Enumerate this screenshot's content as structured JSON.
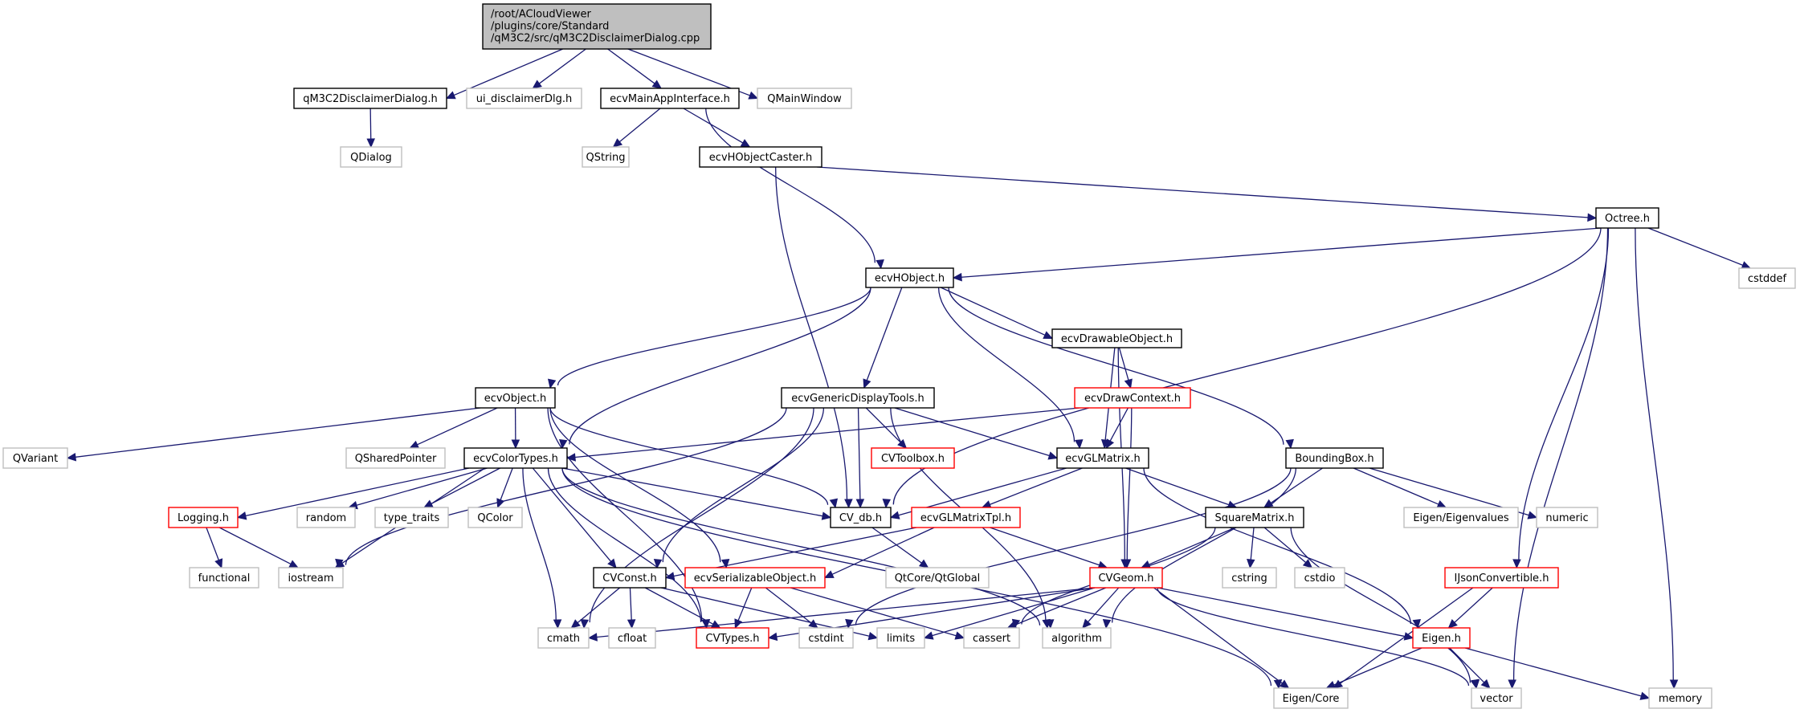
{
  "diagram": {
    "type": "include-dependency-graph",
    "root": {
      "id": "root",
      "lines": [
        "/root/ACloudViewer",
        "/plugins/core/Standard",
        "/qM3C2/src/qM3C2DisclaimerDialog.cpp"
      ]
    },
    "style_colors": {
      "edge": "#191970",
      "root_fill": "#bfbfbf",
      "documented_border": "#000000",
      "truncated_border": "#ff0000",
      "external_border": "#bfbfbf",
      "node_fill": "#ffffff"
    },
    "nodes": [
      {
        "id": "qM3C2DisclaimerDialog_h",
        "label": "qM3C2DisclaimerDialog.h",
        "kind": "documented"
      },
      {
        "id": "ui_disclaimerDlg_h",
        "label": "ui_disclaimerDlg.h",
        "kind": "external"
      },
      {
        "id": "ecvMainAppInterface_h",
        "label": "ecvMainAppInterface.h",
        "kind": "documented"
      },
      {
        "id": "QMainWindow",
        "label": "QMainWindow",
        "kind": "external"
      },
      {
        "id": "QDialog",
        "label": "QDialog",
        "kind": "external"
      },
      {
        "id": "QString",
        "label": "QString",
        "kind": "external"
      },
      {
        "id": "ecvHObjectCaster_h",
        "label": "ecvHObjectCaster.h",
        "kind": "documented"
      },
      {
        "id": "Octree_h",
        "label": "Octree.h",
        "kind": "documented"
      },
      {
        "id": "ecvHObject_h",
        "label": "ecvHObject.h",
        "kind": "documented"
      },
      {
        "id": "cstddef",
        "label": "cstddef",
        "kind": "external"
      },
      {
        "id": "ecvDrawableObject_h",
        "label": "ecvDrawableObject.h",
        "kind": "documented"
      },
      {
        "id": "ecvObject_h",
        "label": "ecvObject.h",
        "kind": "documented"
      },
      {
        "id": "ecvGenericDisplayTools_h",
        "label": "ecvGenericDisplayTools.h",
        "kind": "documented"
      },
      {
        "id": "ecvDrawContext_h",
        "label": "ecvDrawContext.h",
        "kind": "truncated"
      },
      {
        "id": "QVariant",
        "label": "QVariant",
        "kind": "external"
      },
      {
        "id": "QSharedPointer",
        "label": "QSharedPointer",
        "kind": "external"
      },
      {
        "id": "ecvColorTypes_h",
        "label": "ecvColorTypes.h",
        "kind": "documented"
      },
      {
        "id": "CVToolbox_h",
        "label": "CVToolbox.h",
        "kind": "truncated"
      },
      {
        "id": "ecvGLMatrix_h",
        "label": "ecvGLMatrix.h",
        "kind": "documented"
      },
      {
        "id": "BoundingBox_h",
        "label": "BoundingBox.h",
        "kind": "documented"
      },
      {
        "id": "Logging_h",
        "label": "Logging.h",
        "kind": "truncated"
      },
      {
        "id": "random",
        "label": "random",
        "kind": "external"
      },
      {
        "id": "type_traits",
        "label": "type_traits",
        "kind": "external"
      },
      {
        "id": "QColor",
        "label": "QColor",
        "kind": "external"
      },
      {
        "id": "CV_db_h",
        "label": "CV_db.h",
        "kind": "documented"
      },
      {
        "id": "ecvGLMatrixTpl_h",
        "label": "ecvGLMatrixTpl.h",
        "kind": "truncated"
      },
      {
        "id": "SquareMatrix_h",
        "label": "SquareMatrix.h",
        "kind": "documented"
      },
      {
        "id": "Eigen_Eigenvalues",
        "label": "Eigen/Eigenvalues",
        "kind": "external"
      },
      {
        "id": "numeric",
        "label": "numeric",
        "kind": "external"
      },
      {
        "id": "functional",
        "label": "functional",
        "kind": "external"
      },
      {
        "id": "iostream",
        "label": "iostream",
        "kind": "external"
      },
      {
        "id": "CVConst_h",
        "label": "CVConst.h",
        "kind": "documented"
      },
      {
        "id": "ecvSerializableObject_h",
        "label": "ecvSerializableObject.h",
        "kind": "truncated"
      },
      {
        "id": "QtCore_QtGlobal",
        "label": "QtCore/QtGlobal",
        "kind": "external"
      },
      {
        "id": "CVGeom_h",
        "label": "CVGeom.h",
        "kind": "truncated"
      },
      {
        "id": "cstring",
        "label": "cstring",
        "kind": "external"
      },
      {
        "id": "cstdio",
        "label": "cstdio",
        "kind": "external"
      },
      {
        "id": "IJsonConvertible_h",
        "label": "IJsonConvertible.h",
        "kind": "truncated"
      },
      {
        "id": "cmath",
        "label": "cmath",
        "kind": "external"
      },
      {
        "id": "cfloat",
        "label": "cfloat",
        "kind": "external"
      },
      {
        "id": "CVTypes_h",
        "label": "CVTypes.h",
        "kind": "truncated"
      },
      {
        "id": "cstdint",
        "label": "cstdint",
        "kind": "external"
      },
      {
        "id": "limits",
        "label": "limits",
        "kind": "external"
      },
      {
        "id": "cassert",
        "label": "cassert",
        "kind": "external"
      },
      {
        "id": "algorithm",
        "label": "algorithm",
        "kind": "external"
      },
      {
        "id": "Eigen_h",
        "label": "Eigen.h",
        "kind": "truncated"
      },
      {
        "id": "Eigen_Core",
        "label": "Eigen/Core",
        "kind": "external"
      },
      {
        "id": "vector",
        "label": "vector",
        "kind": "external"
      },
      {
        "id": "memory",
        "label": "memory",
        "kind": "external"
      }
    ],
    "edges": [
      [
        "root",
        "qM3C2DisclaimerDialog_h"
      ],
      [
        "root",
        "ui_disclaimerDlg_h"
      ],
      [
        "root",
        "ecvMainAppInterface_h"
      ],
      [
        "root",
        "QMainWindow"
      ],
      [
        "qM3C2DisclaimerDialog_h",
        "QDialog"
      ],
      [
        "ecvMainAppInterface_h",
        "QString"
      ],
      [
        "ecvMainAppInterface_h",
        "ecvHObjectCaster_h"
      ],
      [
        "ecvMainAppInterface_h",
        "ecvHObject_h"
      ],
      [
        "ecvHObjectCaster_h",
        "Octree_h"
      ],
      [
        "ecvHObjectCaster_h",
        "CV_db_h"
      ],
      [
        "Octree_h",
        "ecvHObject_h"
      ],
      [
        "Octree_h",
        "CV_db_h"
      ],
      [
        "Octree_h",
        "cstddef"
      ],
      [
        "Octree_h",
        "IJsonConvertible_h"
      ],
      [
        "Octree_h",
        "vector"
      ],
      [
        "Octree_h",
        "memory"
      ],
      [
        "ecvHObject_h",
        "ecvObject_h"
      ],
      [
        "ecvHObject_h",
        "ecvColorTypes_h"
      ],
      [
        "ecvHObject_h",
        "ecvGenericDisplayTools_h"
      ],
      [
        "ecvHObject_h",
        "ecvGLMatrix_h"
      ],
      [
        "ecvHObject_h",
        "ecvDrawableObject_h"
      ],
      [
        "ecvHObject_h",
        "BoundingBox_h"
      ],
      [
        "ecvDrawableObject_h",
        "ecvDrawContext_h"
      ],
      [
        "ecvDrawableObject_h",
        "ecvGLMatrix_h"
      ],
      [
        "ecvDrawableObject_h",
        "CVGeom_h"
      ],
      [
        "ecvDrawContext_h",
        "ecvColorTypes_h"
      ],
      [
        "ecvDrawContext_h",
        "ecvGLMatrix_h"
      ],
      [
        "ecvDrawContext_h",
        "CVGeom_h"
      ],
      [
        "ecvObject_h",
        "QVariant"
      ],
      [
        "ecvObject_h",
        "QSharedPointer"
      ],
      [
        "ecvObject_h",
        "ecvColorTypes_h"
      ],
      [
        "ecvObject_h",
        "CV_db_h"
      ],
      [
        "ecvObject_h",
        "ecvSerializableObject_h"
      ],
      [
        "ecvObject_h",
        "CVTypes_h"
      ],
      [
        "ecvGenericDisplayTools_h",
        "CVToolbox_h"
      ],
      [
        "ecvGenericDisplayTools_h",
        "ecvGLMatrix_h"
      ],
      [
        "ecvGenericDisplayTools_h",
        "CV_db_h"
      ],
      [
        "ecvGenericDisplayTools_h",
        "iostream"
      ],
      [
        "ecvGenericDisplayTools_h",
        "cmath"
      ],
      [
        "ecvGenericDisplayTools_h",
        "CVConst_h"
      ],
      [
        "ecvGenericDisplayTools_h",
        "algorithm"
      ],
      [
        "ecvColorTypes_h",
        "Logging_h"
      ],
      [
        "ecvColorTypes_h",
        "random"
      ],
      [
        "ecvColorTypes_h",
        "type_traits"
      ],
      [
        "ecvColorTypes_h",
        "QColor"
      ],
      [
        "ecvColorTypes_h",
        "iostream"
      ],
      [
        "ecvColorTypes_h",
        "cmath"
      ],
      [
        "ecvColorTypes_h",
        "CVConst_h"
      ],
      [
        "ecvColorTypes_h",
        "CV_db_h"
      ],
      [
        "ecvColorTypes_h",
        "algorithm"
      ],
      [
        "ecvColorTypes_h",
        "Eigen_Core"
      ],
      [
        "ecvColorTypes_h",
        "CVTypes_h"
      ],
      [
        "ecvGLMatrix_h",
        "CV_db_h"
      ],
      [
        "ecvGLMatrix_h",
        "ecvGLMatrixTpl_h"
      ],
      [
        "ecvGLMatrix_h",
        "SquareMatrix_h"
      ],
      [
        "ecvGLMatrix_h",
        "Eigen_h"
      ],
      [
        "BoundingBox_h",
        "SquareMatrix_h"
      ],
      [
        "BoundingBox_h",
        "Eigen_Eigenvalues"
      ],
      [
        "BoundingBox_h",
        "numeric"
      ],
      [
        "BoundingBox_h",
        "cstdint"
      ],
      [
        "BoundingBox_h",
        "algorithm"
      ],
      [
        "Logging_h",
        "functional"
      ],
      [
        "Logging_h",
        "iostream"
      ],
      [
        "CV_db_h",
        "QtCore_QtGlobal"
      ],
      [
        "ecvGLMatrixTpl_h",
        "CVConst_h"
      ],
      [
        "ecvGLMatrixTpl_h",
        "ecvSerializableObject_h"
      ],
      [
        "ecvGLMatrixTpl_h",
        "CVGeom_h"
      ],
      [
        "SquareMatrix_h",
        "CVGeom_h"
      ],
      [
        "SquareMatrix_h",
        "cstring"
      ],
      [
        "SquareMatrix_h",
        "cstdio"
      ],
      [
        "SquareMatrix_h",
        "cassert"
      ],
      [
        "SquareMatrix_h",
        "vector"
      ],
      [
        "CVConst_h",
        "cmath"
      ],
      [
        "CVConst_h",
        "cfloat"
      ],
      [
        "CVConst_h",
        "CVTypes_h"
      ],
      [
        "CVConst_h",
        "limits"
      ],
      [
        "ecvSerializableObject_h",
        "CVTypes_h"
      ],
      [
        "ecvSerializableObject_h",
        "cstdint"
      ],
      [
        "ecvSerializableObject_h",
        "cassert"
      ],
      [
        "CVGeom_h",
        "cmath"
      ],
      [
        "CVGeom_h",
        "CVTypes_h"
      ],
      [
        "CVGeom_h",
        "limits"
      ],
      [
        "CVGeom_h",
        "algorithm"
      ],
      [
        "CVGeom_h",
        "Eigen_h"
      ],
      [
        "CVGeom_h",
        "Eigen_Core"
      ],
      [
        "CVGeom_h",
        "vector"
      ],
      [
        "CVGeom_h",
        "cassert"
      ],
      [
        "IJsonConvertible_h",
        "Eigen_h"
      ],
      [
        "IJsonConvertible_h",
        "Eigen_Core"
      ],
      [
        "Eigen_h",
        "Eigen_Core"
      ],
      [
        "Eigen_h",
        "vector"
      ],
      [
        "Eigen_h",
        "memory"
      ]
    ]
  }
}
